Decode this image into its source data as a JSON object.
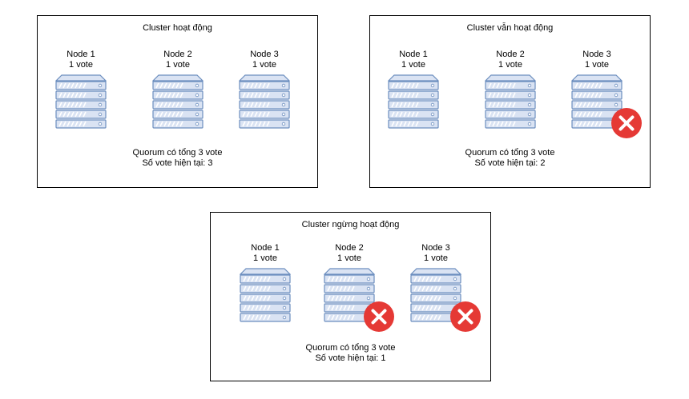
{
  "panels": [
    {
      "title": "Cluster hoạt động",
      "nodes": [
        {
          "name": "Node 1",
          "votes": "1 vote",
          "failed": false
        },
        {
          "name": "Node 2",
          "votes": "1 vote",
          "failed": false
        },
        {
          "name": "Node 3",
          "votes": "1 vote",
          "failed": false
        }
      ],
      "quorum_total": "Quorum có tổng 3 vote",
      "current_votes": "Số vote hiện tại: 3"
    },
    {
      "title": "Cluster vẫn hoạt động",
      "nodes": [
        {
          "name": "Node 1",
          "votes": "1 vote",
          "failed": false
        },
        {
          "name": "Node 2",
          "votes": "1 vote",
          "failed": false
        },
        {
          "name": "Node 3",
          "votes": "1 vote",
          "failed": true
        }
      ],
      "quorum_total": "Quorum có tổng 3 vote",
      "current_votes": "Số vote hiện tại: 2"
    },
    {
      "title": "Cluster ngừng hoạt động",
      "nodes": [
        {
          "name": "Node 1",
          "votes": "1 vote",
          "failed": false
        },
        {
          "name": "Node 2",
          "votes": "1 vote",
          "failed": true
        },
        {
          "name": "Node 3",
          "votes": "1 vote",
          "failed": true
        }
      ],
      "quorum_total": "Quorum có tổng 3 vote",
      "current_votes": "Số vote hiện tại: 1"
    }
  ],
  "colors": {
    "server_fill": "#dae3f3",
    "server_stroke": "#6c8ebf",
    "fail_red": "#e53935"
  }
}
